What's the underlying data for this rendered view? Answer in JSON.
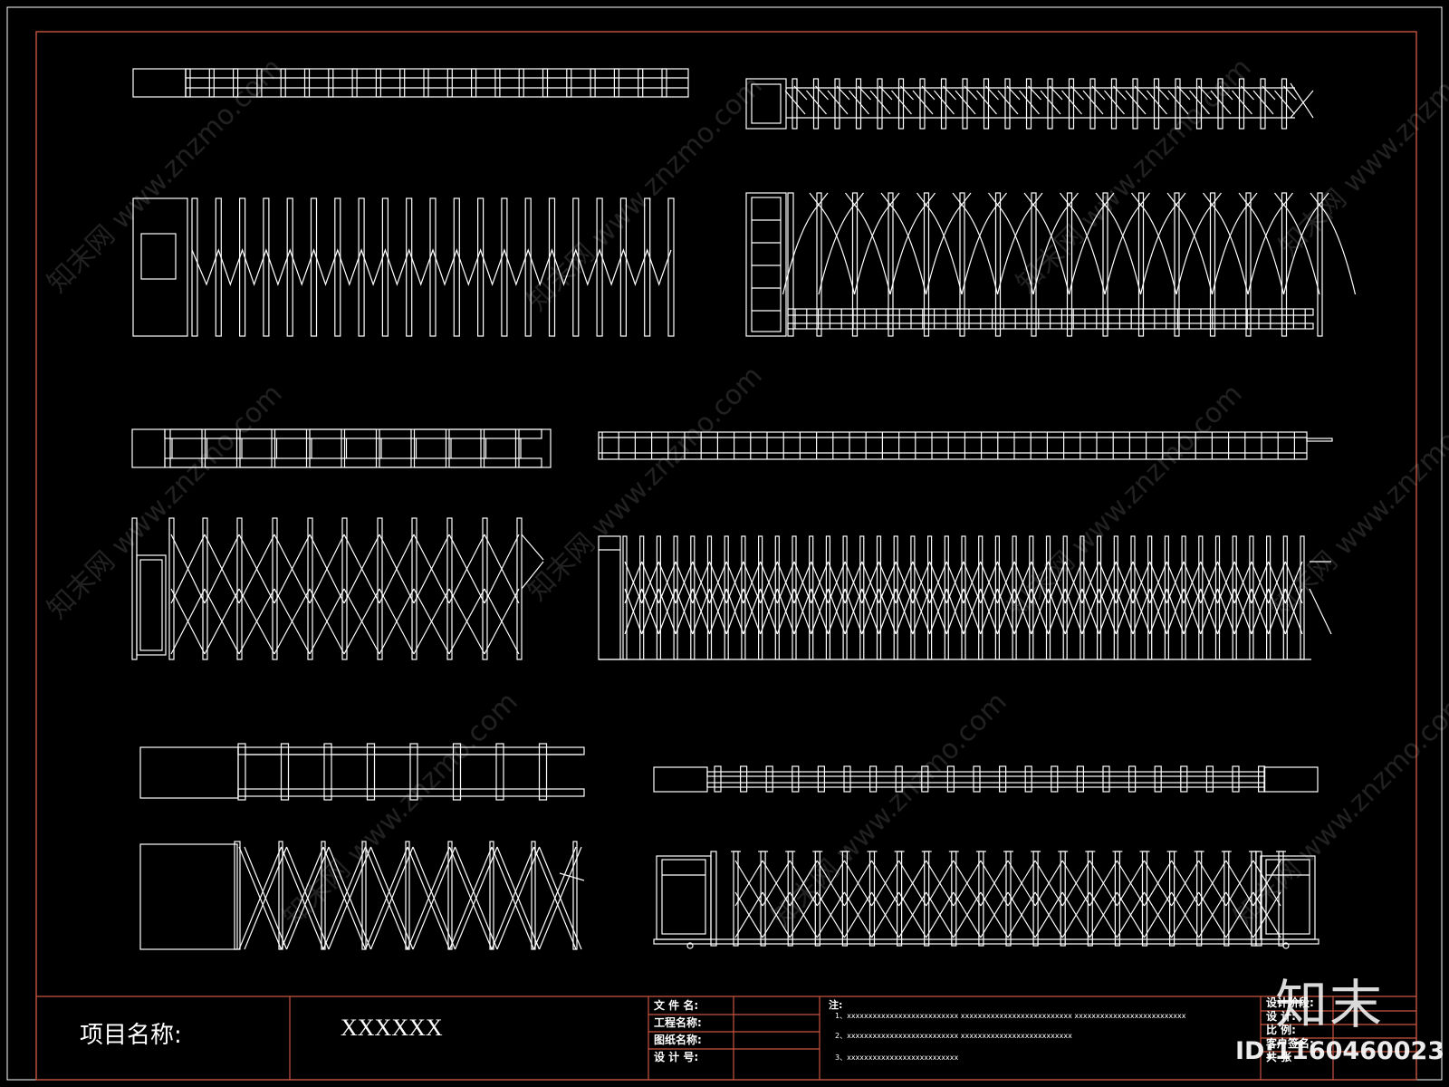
{
  "title_block": {
    "project_label": "项目名称:",
    "project_value": "XXXXXX",
    "fields": [
      "文 件 名:",
      "工程名称:",
      "图纸名称:",
      "设 计 号:"
    ],
    "notes_label": "注:",
    "notes": [
      "1、xxxxxxxxxxxxxxxxxxxxxxxxxx      xxxxxxxxxxxxxxxxxxxxxxxxxx      xxxxxxxxxxxxxxxxxxxxxxxxxx",
      "2、xxxxxxxxxxxxxxxxxxxxxxxxxx      xxxxxxxxxxxxxxxxxxxxxxxxxx",
      "3、xxxxxxxxxxxxxxxxxxxxxxxxxx"
    ],
    "right_fields": [
      "设计阶段:",
      "设 计:",
      "比 例:",
      "客户签名:",
      "共 张"
    ]
  },
  "watermark": {
    "site": "www.znzmo.com",
    "brand": "知末网",
    "logo": "知末",
    "id_label": "ID:1160460023"
  },
  "colors": {
    "background": "#000000",
    "border": "#c8553f",
    "line": "#ffffff",
    "watermark": "rgba(255,255,255,0.13)"
  }
}
